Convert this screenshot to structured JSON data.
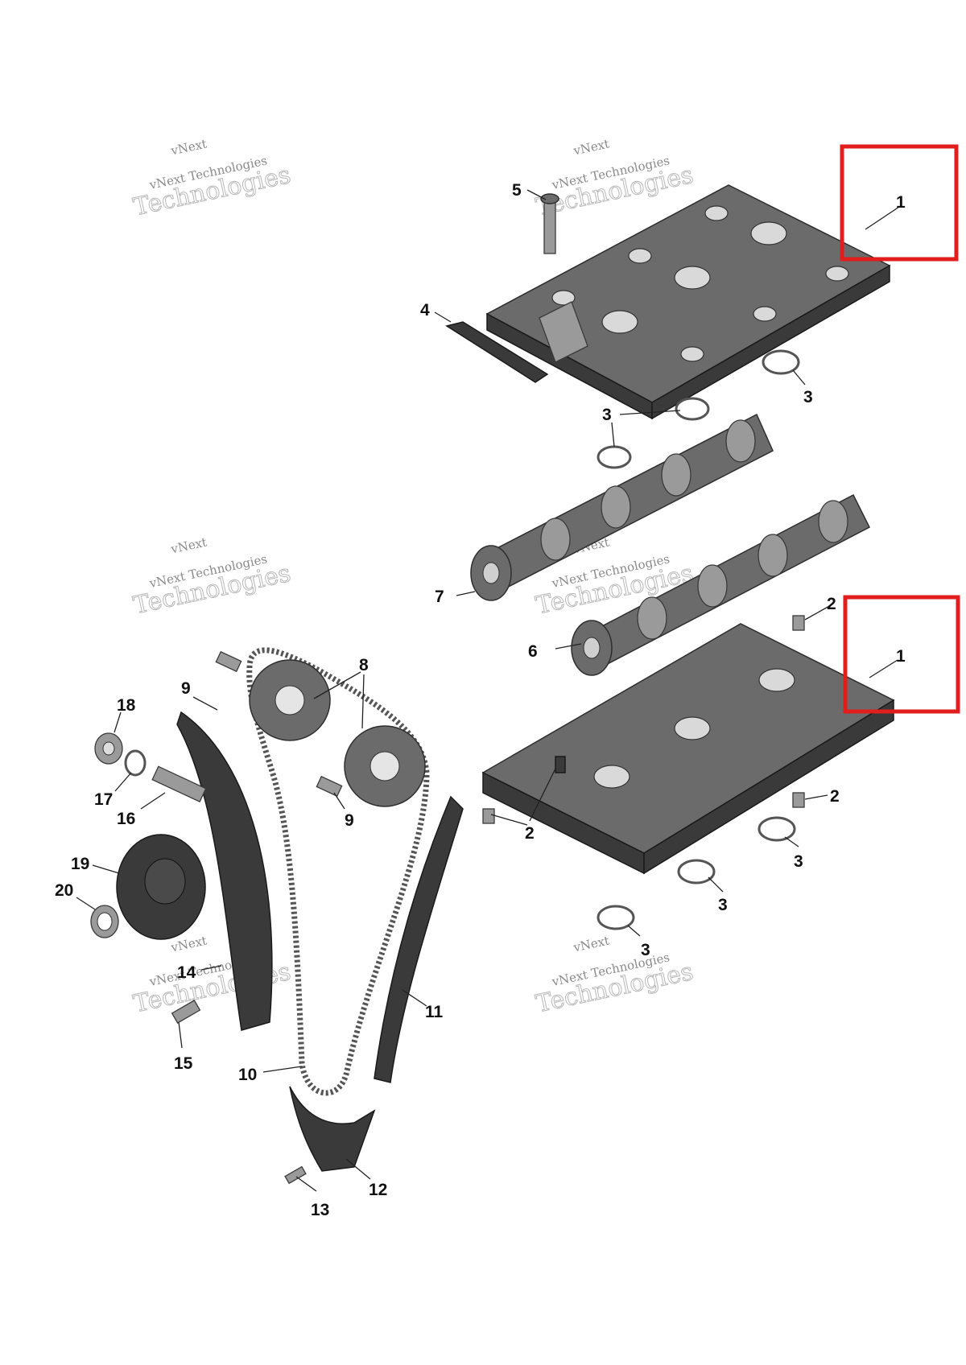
{
  "diagram": {
    "watermark_line1": "vNext",
    "watermark_line2": "vNext Technologies",
    "watermark_line3": "Technologies",
    "callouts": {
      "c1a": "1",
      "c1b": "1",
      "c2a": "2",
      "c2b": "2",
      "c2c": "2",
      "c3a": "3",
      "c3b": "3",
      "c3c": "3",
      "c3d": "3",
      "c3e": "3",
      "c4": "4",
      "c5": "5",
      "c6": "6",
      "c7": "7",
      "c8": "8",
      "c9a": "9",
      "c9b": "9",
      "c10": "10",
      "c11": "11",
      "c12": "12",
      "c13": "13",
      "c14": "14",
      "c15": "15",
      "c16": "16",
      "c17": "17",
      "c18": "18",
      "c19": "19",
      "c20": "20"
    },
    "highlight_color": "#e11d1d"
  }
}
